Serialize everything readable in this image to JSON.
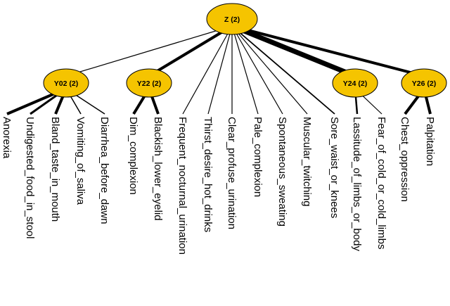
{
  "diagram": {
    "root": {
      "id": "Z",
      "label": "Z (2)"
    },
    "latents": [
      {
        "id": "Y02",
        "label": "Y02 (2)"
      },
      {
        "id": "Y22",
        "label": "Y22 (2)"
      },
      {
        "id": "Y24",
        "label": "Y24 (2)"
      },
      {
        "id": "Y26",
        "label": "Y26 (2)"
      }
    ],
    "leaves": [
      {
        "id": "anorexia",
        "label": "Anorexia",
        "parent": "Y02"
      },
      {
        "id": "undigested",
        "label": "Undigested_food_in_stool",
        "parent": "Y02"
      },
      {
        "id": "bland",
        "label": "Bland_taste_in_mouth",
        "parent": "Y02"
      },
      {
        "id": "vomiting",
        "label": "Vomiting_of_saliva",
        "parent": "Y02"
      },
      {
        "id": "diarrhea",
        "label": "Diarrhea_before_dawn",
        "parent": "Y02"
      },
      {
        "id": "dim",
        "label": "Dim_complexion",
        "parent": "Y22"
      },
      {
        "id": "blackish",
        "label": "Blackish_lower_eyelid",
        "parent": "Y22"
      },
      {
        "id": "frequent",
        "label": "Frequent_nocturnal_urination",
        "parent": "Z"
      },
      {
        "id": "thirst",
        "label": "Thirst_desire_hot_drinks",
        "parent": "Z"
      },
      {
        "id": "clear",
        "label": "Clear_profuse_urination",
        "parent": "Z"
      },
      {
        "id": "pale",
        "label": "Pale_complexion",
        "parent": "Z"
      },
      {
        "id": "spontaneous",
        "label": "Spontaneous_sweating",
        "parent": "Z"
      },
      {
        "id": "muscular",
        "label": "Muscular_twitching",
        "parent": "Z"
      },
      {
        "id": "sore",
        "label": "Sore_waist_or_knees",
        "parent": "Z"
      },
      {
        "id": "lassitude",
        "label": "Lassitude_of_limbs_or_body",
        "parent": "Y24"
      },
      {
        "id": "fear",
        "label": "Fear_of_cold_or_cold_limbs",
        "parent": "Y24"
      },
      {
        "id": "chest",
        "label": "Chest_oppression",
        "parent": "Y26"
      },
      {
        "id": "palpitation",
        "label": "Palpitation",
        "parent": "Y26"
      }
    ],
    "colors": {
      "node_fill": "#f5c400",
      "edge": "#000000"
    }
  }
}
